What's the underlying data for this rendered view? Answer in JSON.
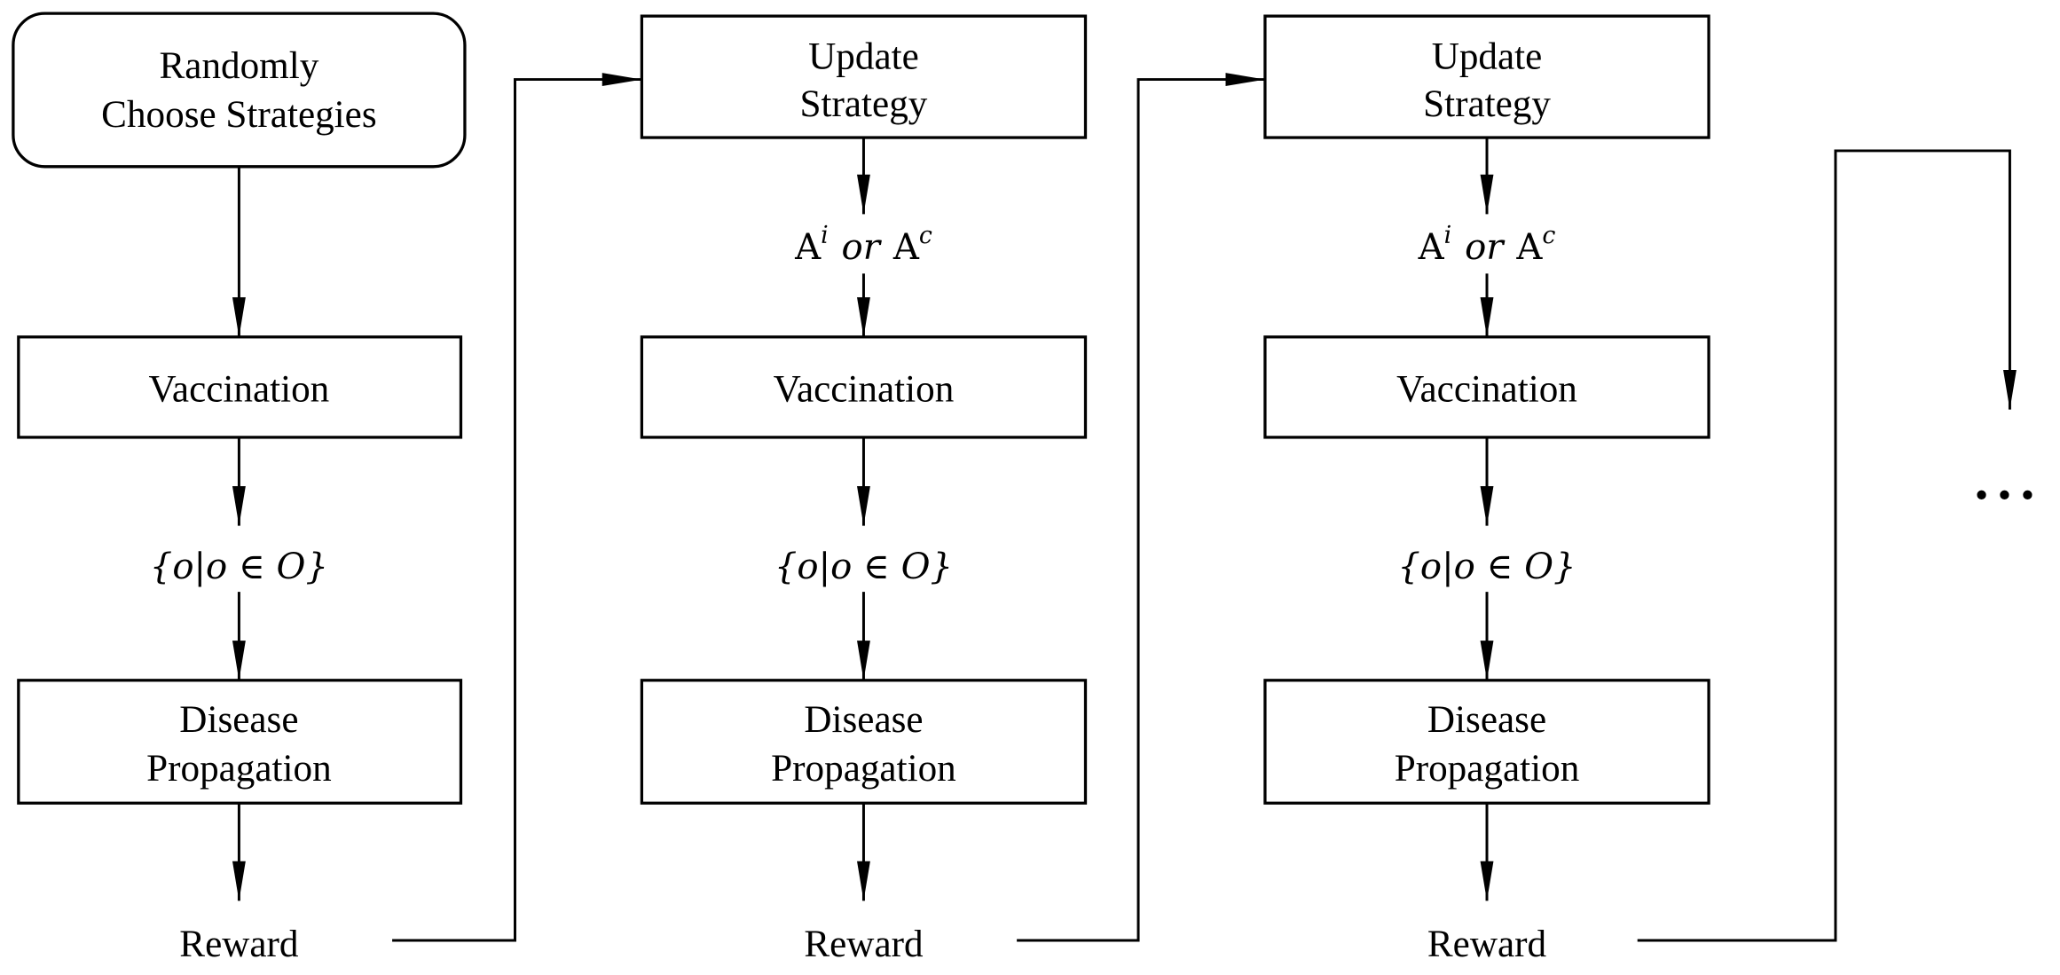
{
  "start": {
    "line1": "Randomly",
    "line2": "Choose Strategies"
  },
  "update": {
    "line1": "Update",
    "line2": "Strategy"
  },
  "action": {
    "a": "A",
    "sup_i": "i",
    "or": "or",
    "sup_c": "c"
  },
  "vaccination": "Vaccination",
  "observation": "{o|o ∈ O}",
  "disease": {
    "line1": "Disease",
    "line2": "Propagation"
  },
  "reward": "Reward",
  "ellipsis": "• • •"
}
